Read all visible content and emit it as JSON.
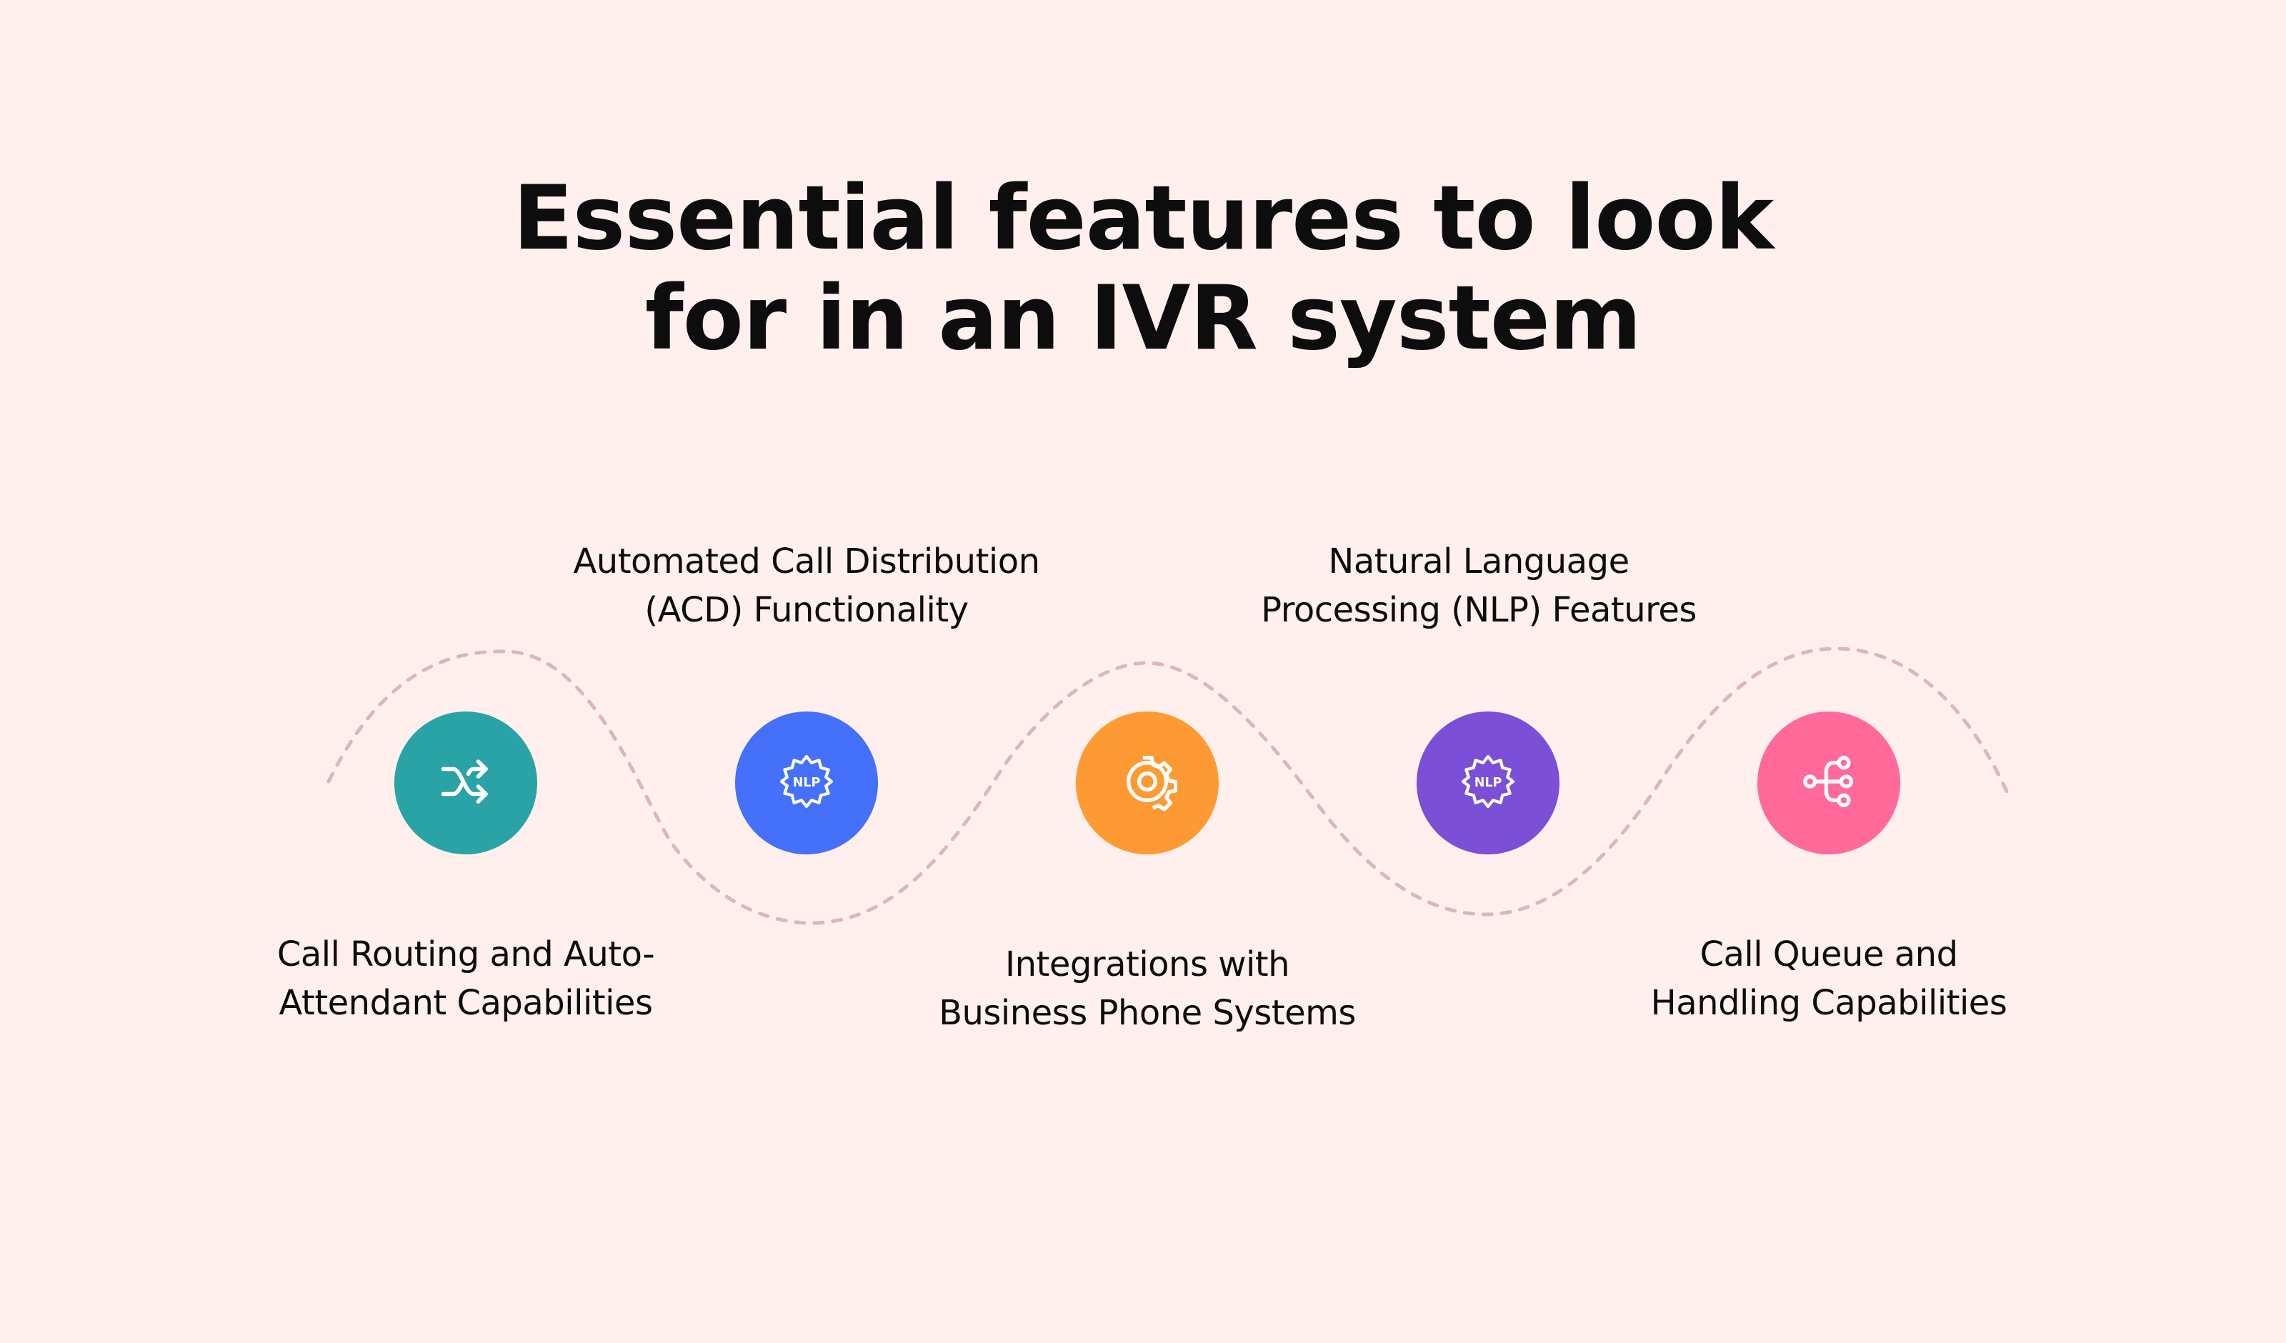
{
  "diagram": {
    "title_lines": [
      "Essential features to look",
      "for in an IVR system"
    ],
    "features": [
      {
        "label_lines": [
          "Call Routing and Auto-",
          "Attendant Capabilities"
        ],
        "icon": "shuffle-icon",
        "color": "#2aa3a6"
      },
      {
        "label_lines": [
          "Automated Call Distribution",
          "(ACD) Functionality"
        ],
        "icon": "nlp-gear-icon",
        "icon_text": "NLP",
        "color": "#4470fa"
      },
      {
        "label_lines": [
          "Integrations with",
          "Business Phone Systems"
        ],
        "icon": "gear-icon",
        "color": "#fd9a33"
      },
      {
        "label_lines": [
          "Natural Language",
          "Processing (NLP) Features"
        ],
        "icon": "nlp-gear-icon",
        "icon_text": "NLP",
        "color": "#7b4fd6"
      },
      {
        "label_lines": [
          "Call Queue and",
          "Handling Capabilities"
        ],
        "icon": "branch-icon",
        "color": "#ff6a9a"
      }
    ],
    "connector_color": "#dcb7b8"
  }
}
